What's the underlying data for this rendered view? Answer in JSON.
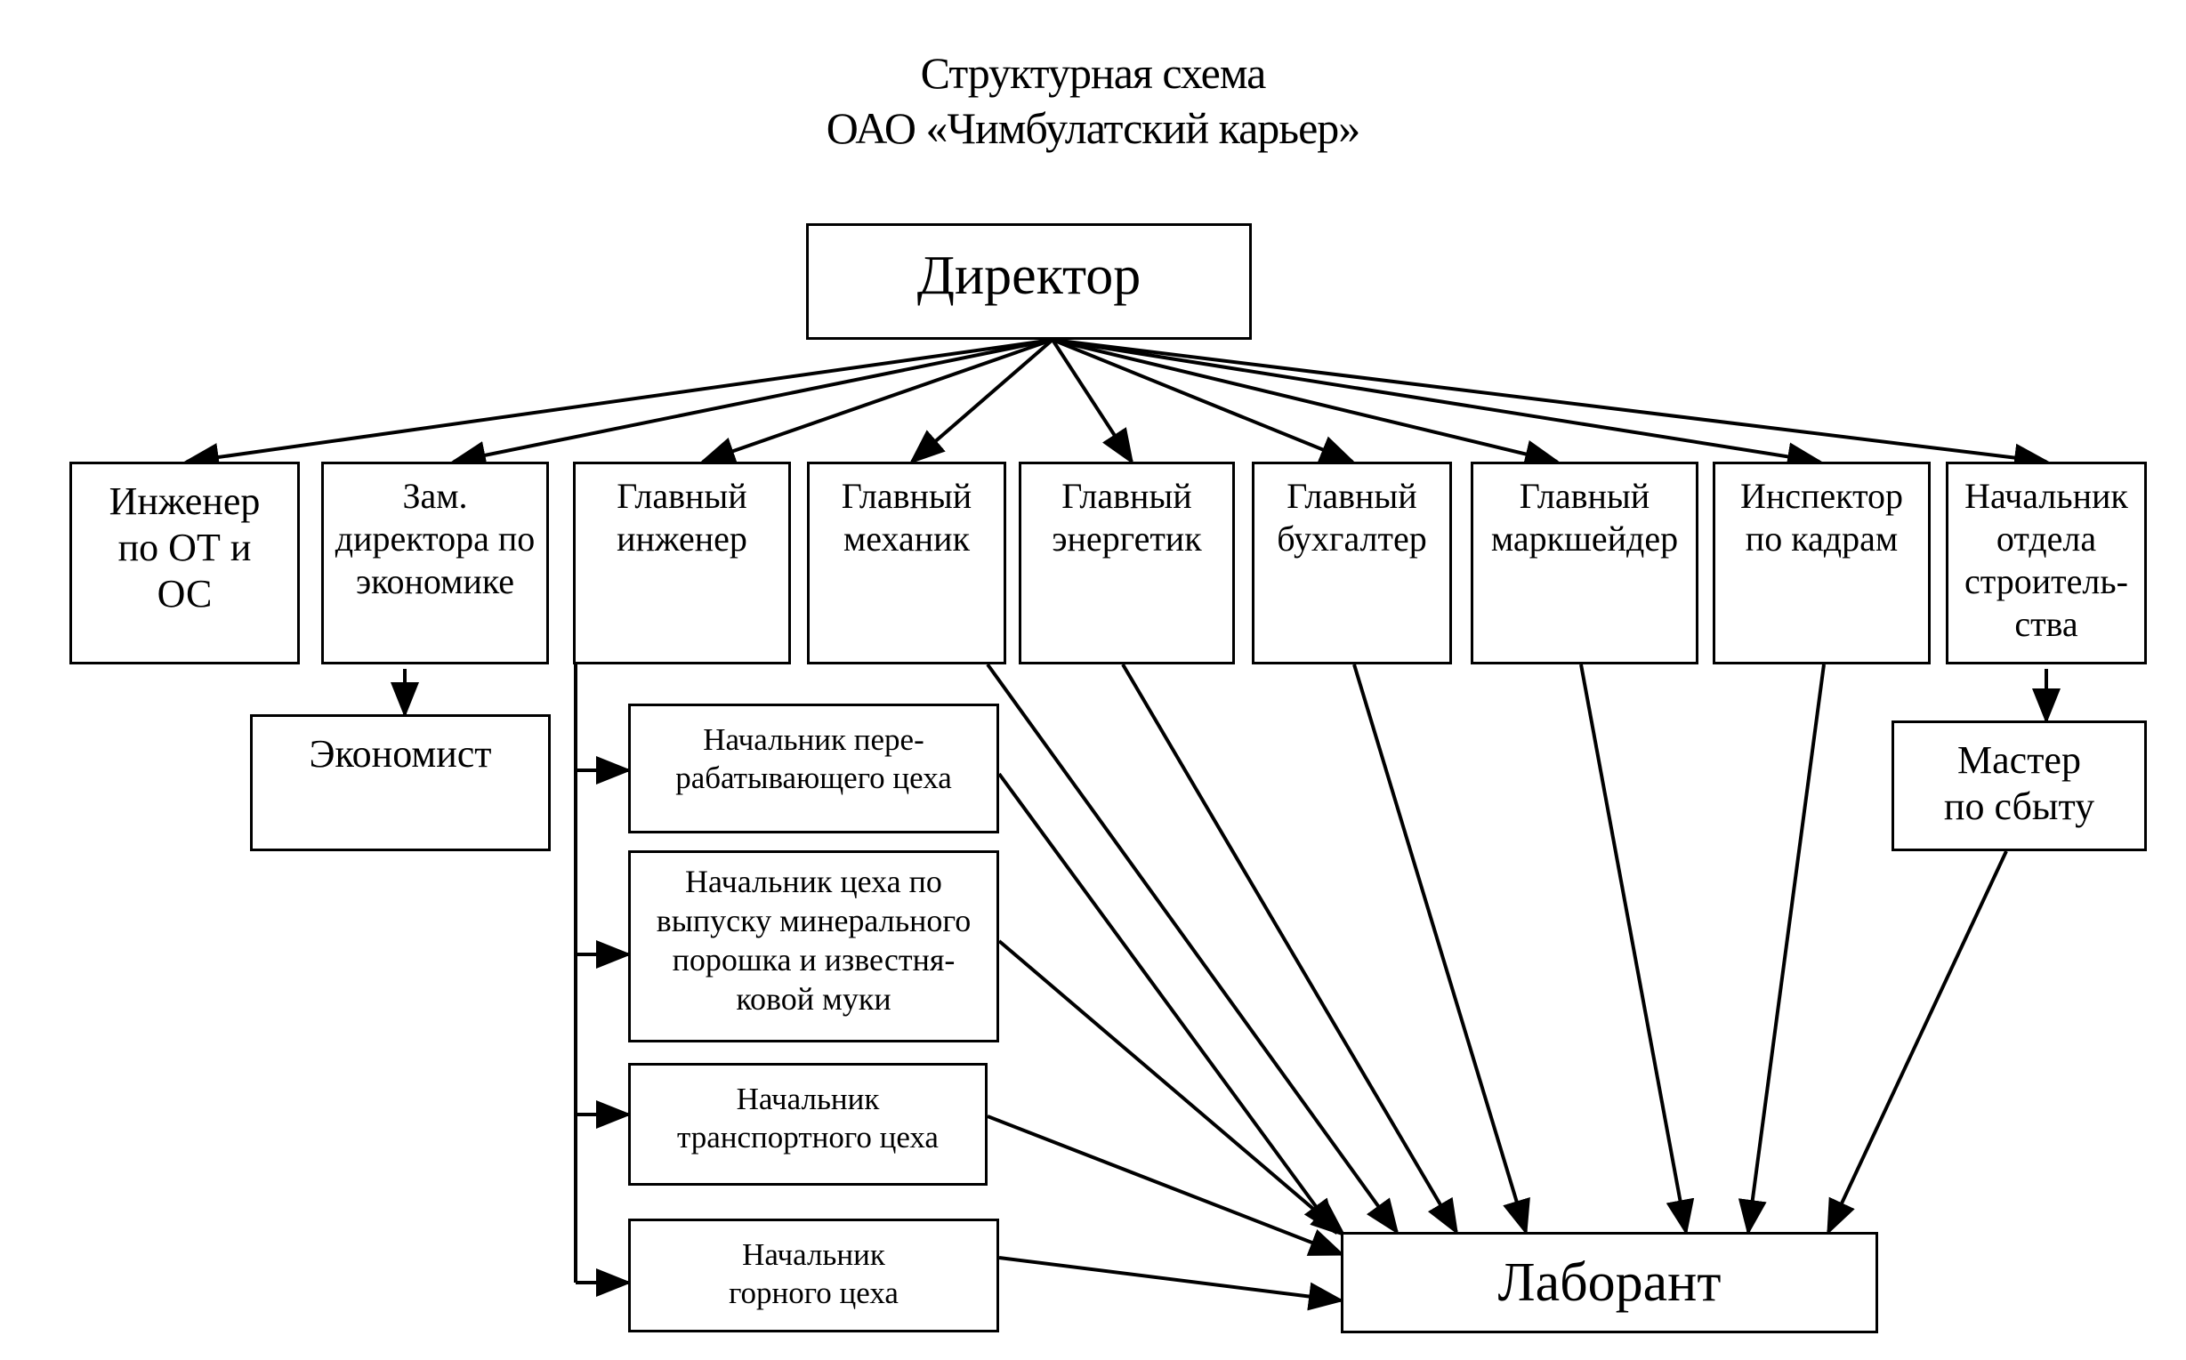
{
  "title": [
    "Структурная схема",
    "ОАО «Чимбулатский карьер»"
  ],
  "nodes": {
    "director": "Директор",
    "engineer_ot": "Инженер\nпо ОТ и\nОС",
    "deputy_economics": "Зам.\nдиректора по\nэкономике",
    "chief_engineer": "Главный\nинженер",
    "chief_mechanic": "Главный\nмеханик",
    "chief_power": "Главный\nэнергетик",
    "chief_accountant": "Главный\nбухгалтер",
    "chief_surveyor": "Главный\nмаркшейдер",
    "hr_inspector": "Инспектор\nпо кадрам",
    "construction_head": "Начальник\nотдела\nстроитель-\nства",
    "economist": "Экономист",
    "sales_master": "Мастер\nпо сбыту",
    "processing_head": "Начальник пере-\nрабатывающего цеха",
    "mineral_powder_head": "Начальник цеха по\nвыпуску минерального\nпорошка и известня-\nковой муки",
    "transport_head": "Начальник\nтранспортного цеха",
    "mining_head": "Начальник\nгорного цеха",
    "laborant": "Лаборант"
  }
}
